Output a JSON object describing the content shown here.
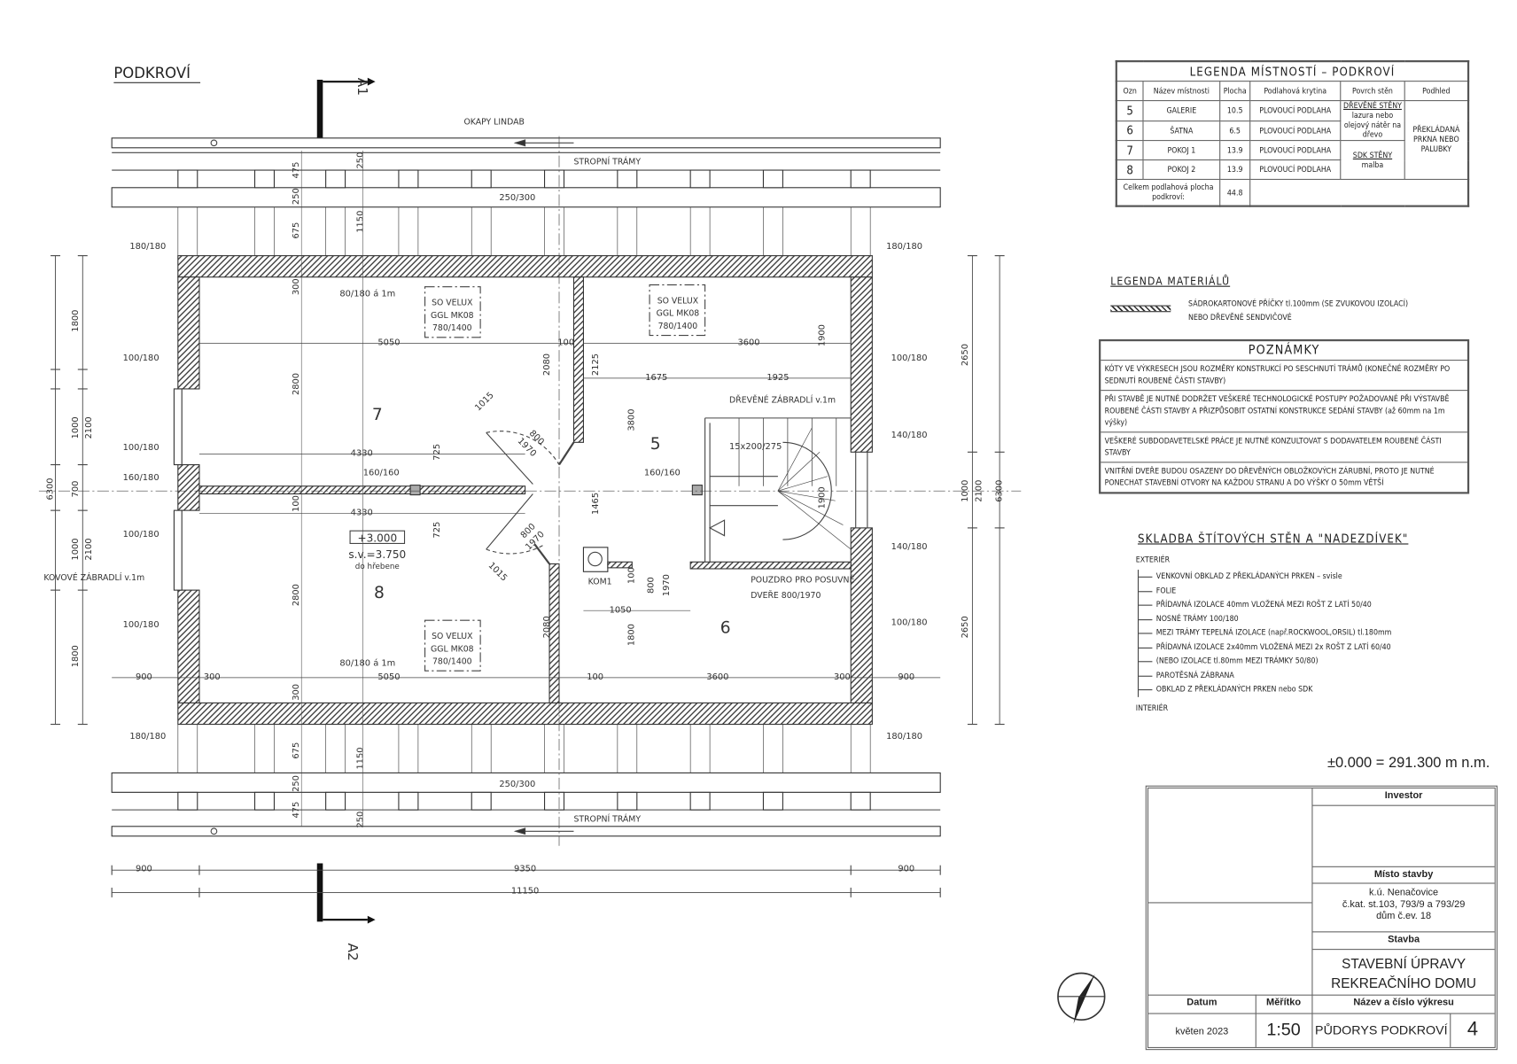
{
  "title": "PODKROVÍ",
  "section_markers": {
    "top": "A1",
    "bottom": "A2"
  },
  "plan": {
    "rooms": [
      "7",
      "8",
      "5",
      "6"
    ],
    "level": {
      "elevation": "+3.000",
      "ridge": "s.v.=3.750",
      "ridge_note": "do hřebene"
    },
    "velux": [
      [
        "SO VELUX",
        "GGL MK08",
        "780/1400"
      ],
      [
        "SO VELUX",
        "GGL MK08",
        "780/1400"
      ],
      [
        "SO VELUX",
        "GGL MK08",
        "780/1400"
      ]
    ],
    "callouts": [
      "OKAPY LINDAB",
      "STROPNÍ TRÁMY",
      "STROPNÍ TRÁMY",
      "DŘEVĚNÉ ZÁBRADLÍ v.1m",
      "KOVOVÉ ZÁBRADLÍ v.1m",
      "KOM1",
      "POUZDRO PRO POSUVNÉ",
      "DVEŘE 800/1970"
    ],
    "dims": [
      "250",
      "475",
      "250",
      "250/300",
      "1150",
      "675",
      "300",
      "80/180 á 1m",
      "5050",
      "100",
      "2080",
      "2125",
      "3600",
      "1900",
      "1675",
      "1925",
      "2800",
      "1015",
      "800",
      "1970",
      "3800",
      "725",
      "4330",
      "160/160",
      "160/160",
      "100",
      "4330",
      "1465",
      "725",
      "800",
      "1970",
      "1015",
      "100",
      "800",
      "1970",
      "1050",
      "2800",
      "2080",
      "1800",
      "80/180 á 1m",
      "5050",
      "100",
      "3600",
      "300",
      "300",
      "900",
      "900",
      "300",
      "675",
      "1150",
      "250/300",
      "250",
      "475",
      "250",
      "1900",
      "15x200/275"
    ],
    "side_dims": [
      "1800",
      "1000",
      "2100",
      "700",
      "6300",
      "1000",
      "2100",
      "1800",
      "2650",
      "1000",
      "2100",
      "6300",
      "2650",
      "900",
      "9350",
      "900",
      "11150"
    ],
    "wall_tags": [
      "180/180",
      "100/180",
      "100/180",
      "160/180",
      "100/180",
      "100/180",
      "180/180",
      "180/180",
      "100/180",
      "140/180",
      "140/180",
      "100/180",
      "180/180"
    ]
  },
  "room_legend": {
    "title": "LEGENDA MÍSTNOSTÍ – PODKROVÍ",
    "headers": [
      "Ozn",
      "Název místnosti",
      "Plocha",
      "Podlahová krytina",
      "Povrch stěn",
      "Podhled"
    ],
    "rows": [
      [
        "5",
        "GALERIE",
        "10.5",
        "PLOVOUCÍ PODLAHA"
      ],
      [
        "6",
        "ŠATNA",
        "6.5",
        "PLOVOUCÍ PODLAHA"
      ],
      [
        "7",
        "POKOJ 1",
        "13.9",
        "PLOVOUCÍ PODLAHA"
      ],
      [
        "8",
        "POKOJ 2",
        "13.9",
        "PLOVOUCÍ PODLAHA"
      ]
    ],
    "walls_wood_title": "DŘEVĚNÉ STĚNY",
    "walls_wood_text": "lazura nebo olejový nátěr na dřevo",
    "walls_sdk_title": "SDK STĚNY",
    "walls_sdk_text": "malba",
    "ceiling": "PŘEKLÁDANÁ PRKNA NEBO PALUBKY",
    "total_label": "Celkem podlahová plocha podkroví:",
    "total_value": "44.8"
  },
  "material_legend": {
    "title": "LEGENDA MATERIÁLŮ",
    "line1": "SÁDROKARTONOVÉ PŘÍČKY tl.100mm (SE ZVUKOVOU IZOLACÍ)",
    "line2": "NEBO DŘEVĚNÉ SENDVIČOVÉ"
  },
  "notes": {
    "title": "POZNÁMKY",
    "items": [
      "KÓTY VE VÝKRESECH JSOU ROZMĚRY KONSTRUKCÍ PO SESCHNUTÍ TRÁMŮ (KONEČNÉ ROZMĚRY PO SEDNUTÍ ROUBENÉ ČÁSTI STAVBY)",
      "PŘI STAVBĚ JE NUTNÉ DODRŽET VEŠKERÉ TECHNOLOGICKÉ POSTUPY POŽADOVANÉ PŘI VÝSTAVBĚ ROUBENÉ ČÁSTI STAVBY A PŘIZPŮSOBIT OSTATNÍ KONSTRUKCE SEDÁNÍ STAVBY (až 60mm na 1m výšky)",
      "VEŠKERÉ SUBDODAVETELSKÉ PRÁCE JE NUTNÉ KONZULTOVAT S DODAVATELEM ROUBENÉ ČÁSTI STAVBY",
      "VNITŘNÍ DVEŘE BUDOU OSAZENY DO DŘEVĚNÝCH OBLOŽKOVÝCH ZÁRUBNÍ, PROTO JE NUTNÉ PONECHAT STAVEBNÍ OTVORY NA KAŽDOU STRANU A DO VÝŠKY O 50mm VĚTŠÍ"
    ]
  },
  "wall_composition": {
    "title": "SKLADBA ŠTÍTOVÝCH STĚN A \"NADEZDÍVEK\"",
    "exterior": "EXTERIÉR",
    "layers": [
      "VENKOVNÍ OBKLAD Z PŘEKLÁDANÝCH PRKEN – svisle",
      "FOLIE",
      "PŘÍDAVNÁ IZOLACE 40mm VLOŽENÁ MEZI ROŠT Z LATÍ 50/40",
      "NOSNÉ TRÁMY 100/180",
      "MEZI TRÁMY TEPELNÁ IZOLACE (např.ROCKWOOL,ORSIL) tl.180mm",
      "PŘÍDAVNÁ IZOLACE 2x40mm VLOŽENÁ MEZI 2x ROŠT Z LATÍ 60/40",
      "(NEBO IZOLACE tl.80mm MEZI TRÁMKY 50/80)",
      "PAROTĚSNÁ ZÁBRANA",
      "OBKLAD Z PŘEKLÁDANÝCH PRKEN nebo SDK"
    ],
    "interior": "INTERIÉR"
  },
  "datum_level": "±0.000 = 291.300 m n.m.",
  "title_block": {
    "investor_label": "Investor",
    "site_label": "Místo stavby",
    "site_lines": [
      "k.ú. Nenačovice",
      "č.kat. st.103, 793/9 a 793/29",
      "dům č.ev. 18"
    ],
    "building_label": "Stavba",
    "building_lines": [
      "STAVEBNÍ ÚPRAVY",
      "REKREAČNÍHO DOMU"
    ],
    "date_label": "Datum",
    "scale_label": "Měřítko",
    "drawing_label": "Název a číslo výkresu",
    "date": "květen 2023",
    "scale": "1:50",
    "drawing_name": "PŮDORYS PODKROVÍ",
    "drawing_number": "4"
  },
  "icons": {
    "north_arrow": "north-arrow-icon",
    "section_arrow": "section-arrow-icon"
  }
}
